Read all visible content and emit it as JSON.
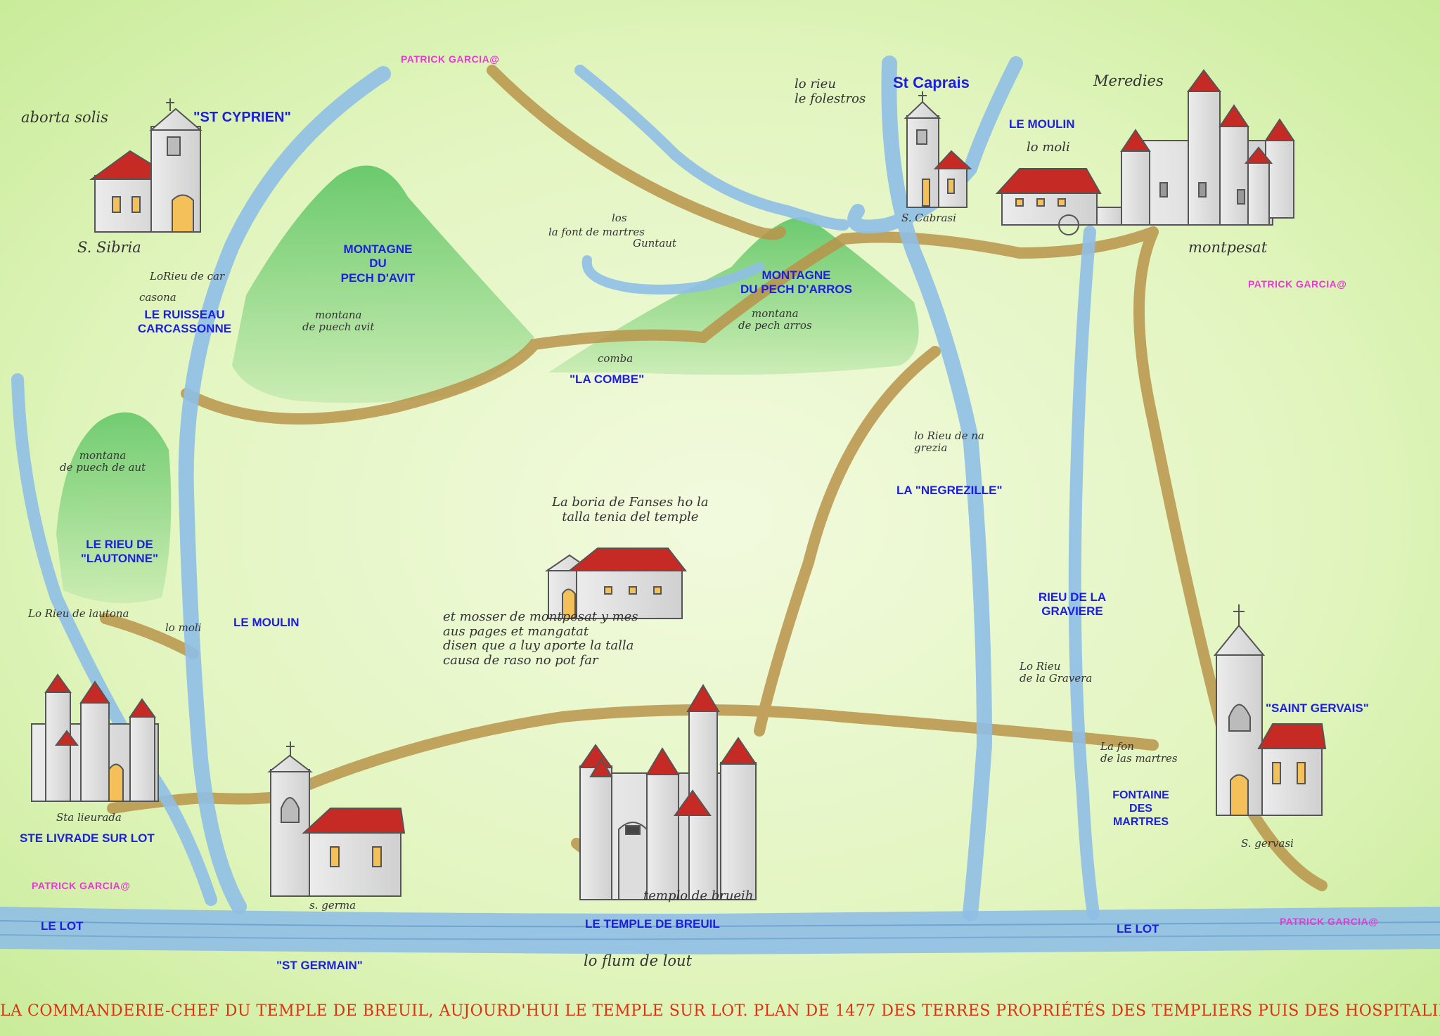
{
  "labels": {
    "st_cyprien": "\"ST CYPRIEN\"",
    "montagne_avit": "MONTAGNE\nDU\nPECH D'AVIT",
    "ruisseau": "LE RUISSEAU\nCARCASSONNE",
    "la_combe": "\"LA COMBE\"",
    "montagne_arros": "MONTAGNE\nDU PECH D'ARROS",
    "st_caprais": "St Caprais",
    "le_moulin_top": "LE MOULIN",
    "rieu_lautonne": "LE RIEU DE\n\"LAUTONNE\"",
    "le_moulin_left": "LE MOULIN",
    "negrezille": "LA \"NEGREZILLE\"",
    "rieu_graviere": "RIEU DE LA\nGRAVIERE",
    "saint_gervais": "\"SAINT GERVAIS\"",
    "fontaine": "FONTAINE\nDES\nMARTRES",
    "ste_livrade": "STE LIVRADE SUR LOT",
    "le_lot_left": "LE LOT",
    "temple_breuil": "LE TEMPLE DE BREUIL",
    "le_lot_right": "LE LOT",
    "st_germain": "\"ST GERMAIN\""
  },
  "handwriting": {
    "aborta_solis": "aborta solis",
    "s_sibria": "S. Sibria",
    "lo_rieu_car": "LoRieu de    car",
    "casona": "casona",
    "montana_avit": "montana\nde puech avit",
    "lo_rieu_folestros": "lo rieu\nle folestros",
    "merecies": "Meredies",
    "lo_moli": "lo moli",
    "s_cabrasi": "S. Cabrasi",
    "la_font_martres": "la font de martres",
    "los": "los",
    "guntaut": "Guntaut",
    "montpesat": "montpesat",
    "montana_arros": "montana\nde pech arros",
    "comba": "comba",
    "montana_puech_aut": "montana\nde puech de aut",
    "lo_rieu_negrezia": "lo Rieu      de na\ngrezia",
    "boria_text": "La boria de Fanses ho la\ntalla tenia del temple",
    "mossen_text": "et mosser de montpesat y mes\naus pages et mangatat\ndisen que a luy aporte la talla\ncausa de raso no pot far",
    "lo_rieu_lautona": "Lo Rieu  de lautona",
    "lo_moli_left": "lo    moli",
    "lo_rieu_gravera": "Lo Rieu\nde la          Gravera",
    "la_fon_martres": "La fon\nde las martres",
    "sta_lieurada": "Sta lieurada",
    "s_germa": "s. germa",
    "templo_brueih": "templo de brueih",
    "s_gervasi": "S. gervasi",
    "lo_flum": "lo flum      de        lout"
  },
  "copyright": "PATRICK GARCIA@",
  "caption": "LA COMMANDERIE-CHEF DU TEMPLE DE BREUIL, AUJOURD'HUI LE TEMPLE SUR LOT. PLAN DE 1477 DES TERRES  PROPRIÉTÉS DES TEMPLIERS PUIS DES HOSPITALIERS",
  "colors": {
    "background": "#e4f5c4",
    "river": "#8fbfe6",
    "road": "#b9944a",
    "hill": "#6cc86a",
    "roof": "#c62a24",
    "label": "#1c1ee0",
    "caption": "#e03010"
  }
}
